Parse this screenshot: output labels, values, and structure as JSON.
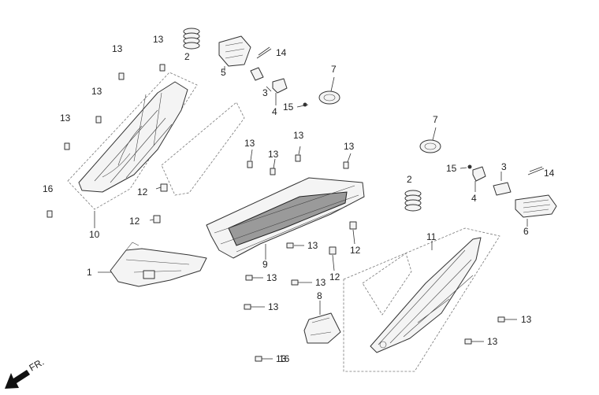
{
  "callouts": {
    "c1": "1",
    "c2a": "2",
    "c2b": "2",
    "c3a": "3",
    "c3b": "3",
    "c4a": "4",
    "c4b": "4",
    "c5": "5",
    "c6": "6",
    "c7a": "7",
    "c7b": "7",
    "c8": "8",
    "c9": "9",
    "c10": "10",
    "c11": "11",
    "c12a": "12",
    "c12b": "12",
    "c12c": "12",
    "c12d": "12",
    "c13a": "13",
    "c13b": "13",
    "c13c": "13",
    "c13d": "13",
    "c13e": "13",
    "c13f": "13",
    "c13g": "13",
    "c13h": "13",
    "c13i": "13",
    "c13j": "13",
    "c13k": "13",
    "c13l": "13",
    "c13m": "13",
    "c13n": "13",
    "c13o": "13",
    "c14a": "14",
    "c14b": "14",
    "c15a": "15",
    "c15b": "15",
    "c16a": "16",
    "c16b": "16"
  },
  "direction_label": "FR."
}
